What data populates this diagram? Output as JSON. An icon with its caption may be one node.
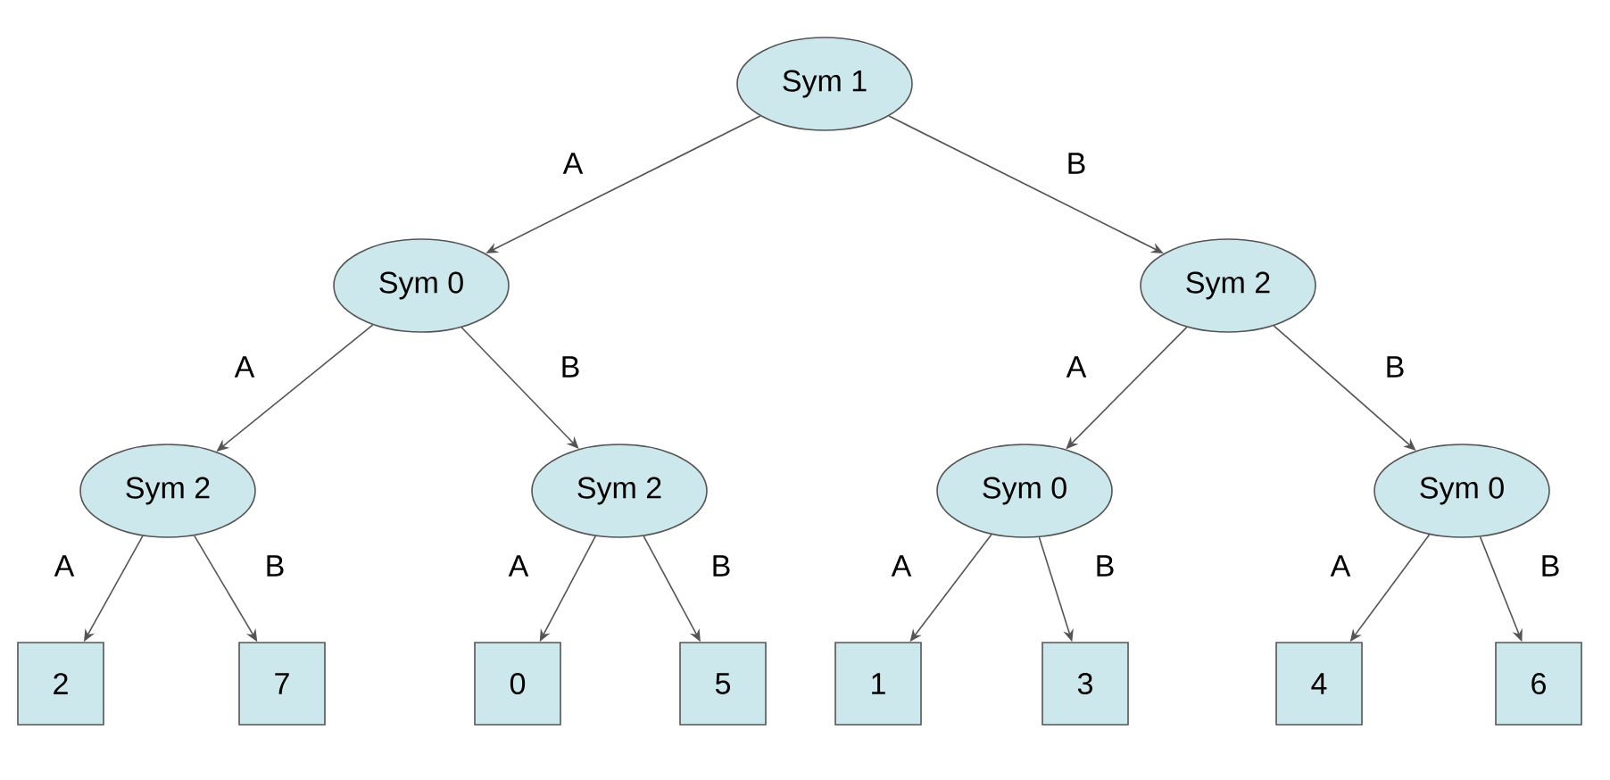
{
  "diagram": {
    "nodes": [
      {
        "text": [
          "Sym 1"
        ]
      },
      {
        "text": [
          "Sym 0"
        ]
      },
      {
        "text": [
          "Sym 2"
        ]
      },
      {
        "text": [
          "Sym 2"
        ]
      },
      {
        "text": [
          "Sym 2"
        ]
      },
      {
        "text": [
          "Sym 0"
        ]
      },
      {
        "text": [
          "Sym 0"
        ]
      },
      {
        "text": [
          "2"
        ]
      },
      {
        "text": [
          "7"
        ]
      },
      {
        "text": [
          "0"
        ]
      },
      {
        "text": [
          "5"
        ]
      },
      {
        "text": [
          "1"
        ]
      },
      {
        "text": [
          "3"
        ]
      },
      {
        "text": [
          "4"
        ]
      },
      {
        "text": [
          "6"
        ]
      }
    ],
    "edges": [
      {
        "from": 0,
        "to": 1,
        "arrow": "to",
        "label": "A"
      },
      {
        "from": 0,
        "to": 2,
        "arrow": "to",
        "label": "B"
      },
      {
        "from": 1,
        "to": 3,
        "arrow": "to",
        "label": "A"
      },
      {
        "from": 1,
        "to": 4,
        "arrow": "to",
        "label": "B"
      },
      {
        "from": 2,
        "to": 5,
        "arrow": "to",
        "label": "A"
      },
      {
        "from": 2,
        "to": 6,
        "arrow": "to",
        "label": "B"
      },
      {
        "from": 3,
        "to": 7,
        "arrow": "to",
        "label": "A"
      },
      {
        "from": 3,
        "to": 8,
        "arrow": "to",
        "label": "B"
      },
      {
        "from": 4,
        "to": 9,
        "arrow": "to",
        "label": "A"
      },
      {
        "from": 4,
        "to": 10,
        "arrow": "to",
        "label": "B"
      },
      {
        "from": 5,
        "to": 11,
        "arrow": "to",
        "label": "A"
      },
      {
        "from": 5,
        "to": 12,
        "arrow": "to",
        "label": "B"
      },
      {
        "from": 6,
        "to": 13,
        "arrow": "to",
        "label": "A"
      },
      {
        "from": 6,
        "to": 14,
        "arrow": "to",
        "label": "B"
      }
    ]
  }
}
